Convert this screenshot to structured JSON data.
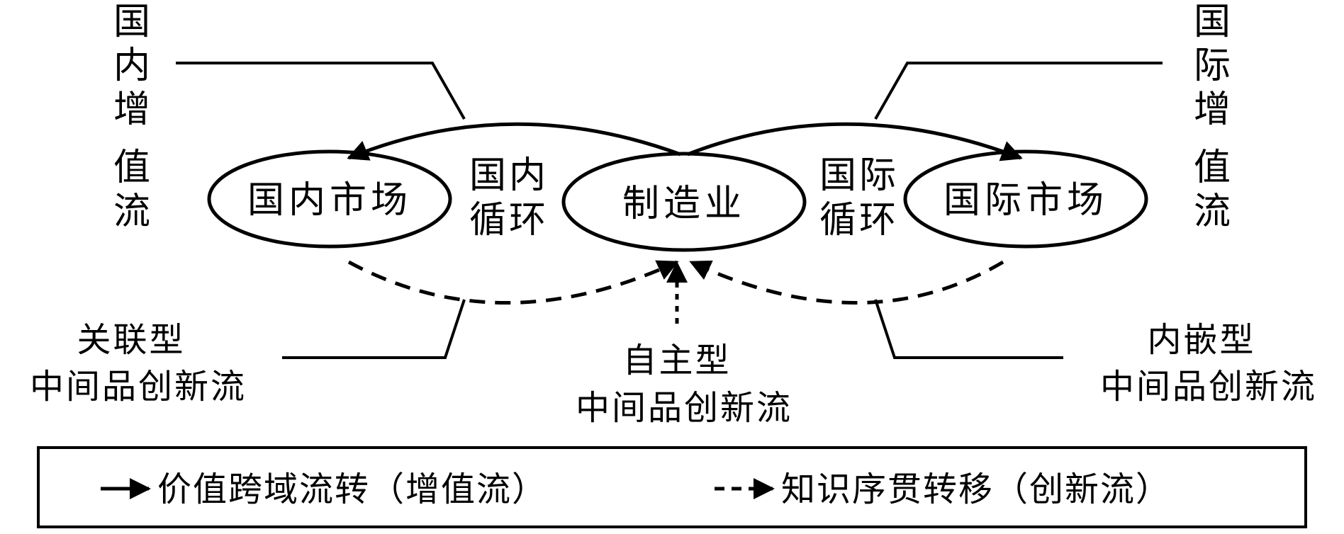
{
  "nodes": {
    "domestic_market": "国内市场",
    "manufacturing": "制造业",
    "international_market": "国际市场"
  },
  "cycles": {
    "domestic": [
      "国内",
      "循环"
    ],
    "international": [
      "国际",
      "循环"
    ]
  },
  "value_flows": {
    "domestic": [
      "国",
      "内",
      "增",
      "值",
      "流"
    ],
    "international": [
      "国",
      "际",
      "增",
      "值",
      "流"
    ]
  },
  "innovation_flows": {
    "associated": [
      "关联型",
      "中间品创新流"
    ],
    "autonomous": [
      "自主型",
      "中间品创新流"
    ],
    "embedded": [
      "内嵌型",
      "中间品创新流"
    ]
  },
  "legend": {
    "solid_label": "价值跨域流转（增值流）",
    "dashed_label": "知识序贯转移（创新流）"
  },
  "colors": {
    "ink": "#000000",
    "background": "#ffffff"
  }
}
